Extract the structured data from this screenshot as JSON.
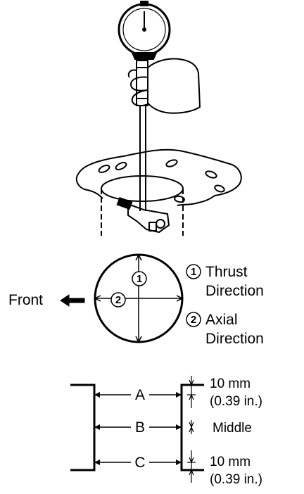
{
  "figure": {
    "front_label": "Front",
    "circle_marker_1": "1",
    "circle_marker_2": "2",
    "legend": [
      {
        "marker": "1",
        "line1": "Thrust",
        "line2": "Direction"
      },
      {
        "marker": "2",
        "line1": "Axial",
        "line2": "Direction"
      }
    ],
    "positions": [
      {
        "letter": "A",
        "dim_line1": "10 mm",
        "dim_line2": "(0.39 in.)"
      },
      {
        "letter": "B",
        "dim_line1": "Middle",
        "dim_line2": ""
      },
      {
        "letter": "C",
        "dim_line1": "10 mm",
        "dim_line2": "(0.39 in.)"
      }
    ]
  }
}
